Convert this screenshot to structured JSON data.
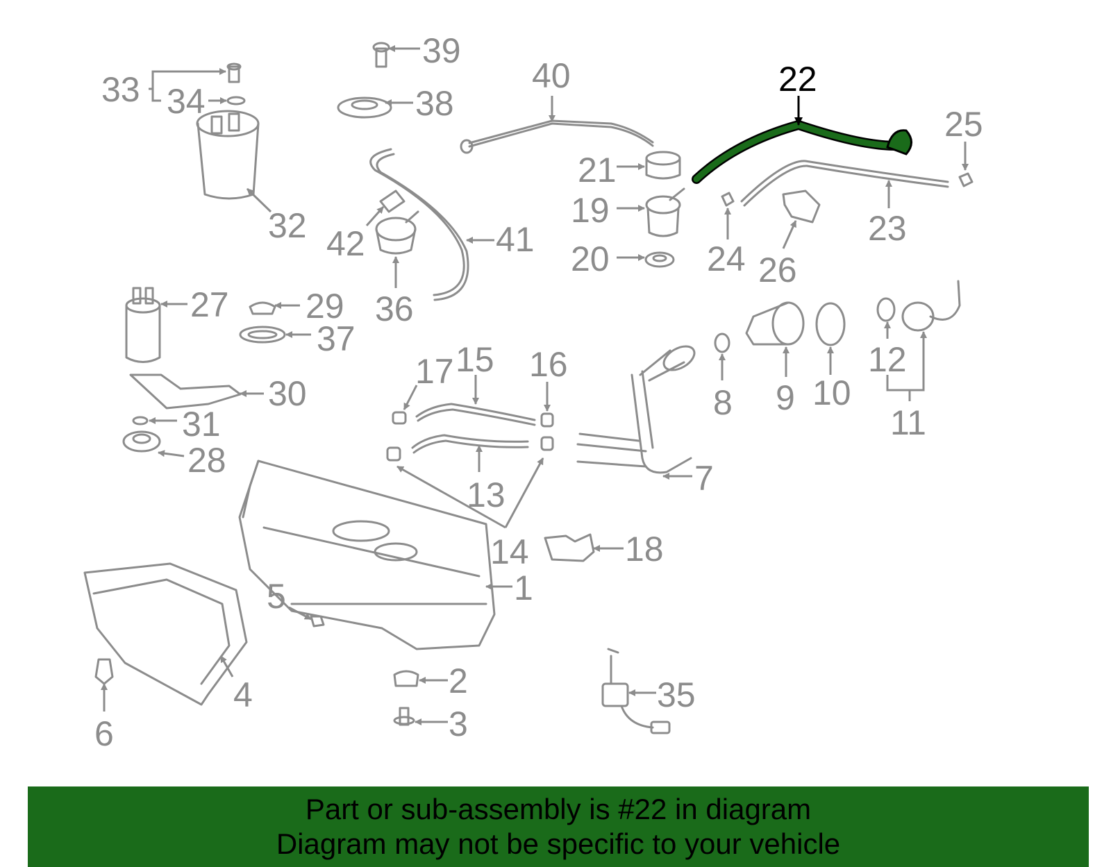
{
  "diagram": {
    "highlighted_part": "22",
    "highlight_color": "#1a6b1a",
    "callouts": [
      "1",
      "2",
      "3",
      "4",
      "5",
      "6",
      "7",
      "8",
      "9",
      "10",
      "11",
      "12",
      "13",
      "14",
      "15",
      "16",
      "17",
      "18",
      "19",
      "20",
      "21",
      "22",
      "23",
      "24",
      "25",
      "26",
      "27",
      "28",
      "29",
      "30",
      "31",
      "32",
      "33",
      "34",
      "35",
      "36",
      "37",
      "38",
      "39",
      "40",
      "41",
      "42"
    ]
  },
  "banner": {
    "line1": "Part or sub-assembly is #22 in diagram",
    "line2": "Diagram may not be specific to your vehicle",
    "background": "#1a6b1a"
  }
}
